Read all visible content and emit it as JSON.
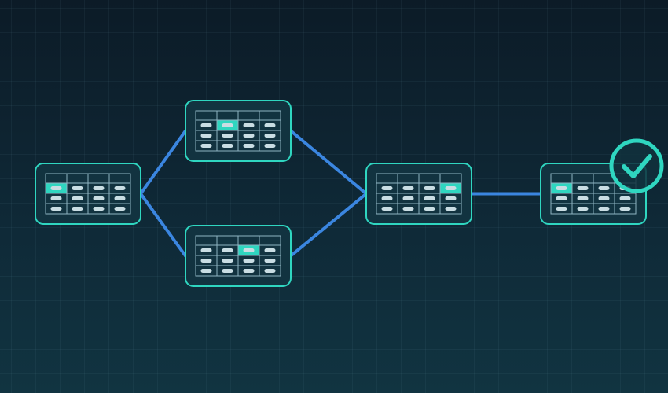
{
  "colors": {
    "background": "#0d1f2b",
    "node_fill": "#123340",
    "node_border": "#2fd6c0",
    "edge": "#3b86e0",
    "table_line": "#8fb4c2",
    "pill": "#c9dde3",
    "highlight": "#2fd6c0",
    "check": "#2fd6c0"
  },
  "icons": {
    "check": "check-circle-icon"
  },
  "nodes": [
    {
      "id": "source",
      "rows": 3,
      "cols": 4,
      "highlight": [
        0,
        0
      ]
    },
    {
      "id": "branch-top",
      "rows": 3,
      "cols": 4,
      "highlight": [
        0,
        1
      ]
    },
    {
      "id": "branch-bottom",
      "rows": 3,
      "cols": 4,
      "highlight": [
        0,
        2
      ]
    },
    {
      "id": "merge",
      "rows": 3,
      "cols": 4,
      "highlight": [
        0,
        3
      ]
    },
    {
      "id": "result",
      "rows": 3,
      "cols": 4,
      "highlight": [
        0,
        0
      ],
      "verified": true
    }
  ],
  "edges": [
    {
      "from": "source",
      "to": "branch-top"
    },
    {
      "from": "source",
      "to": "branch-bottom"
    },
    {
      "from": "branch-top",
      "to": "merge"
    },
    {
      "from": "branch-bottom",
      "to": "merge"
    },
    {
      "from": "merge",
      "to": "result"
    }
  ]
}
